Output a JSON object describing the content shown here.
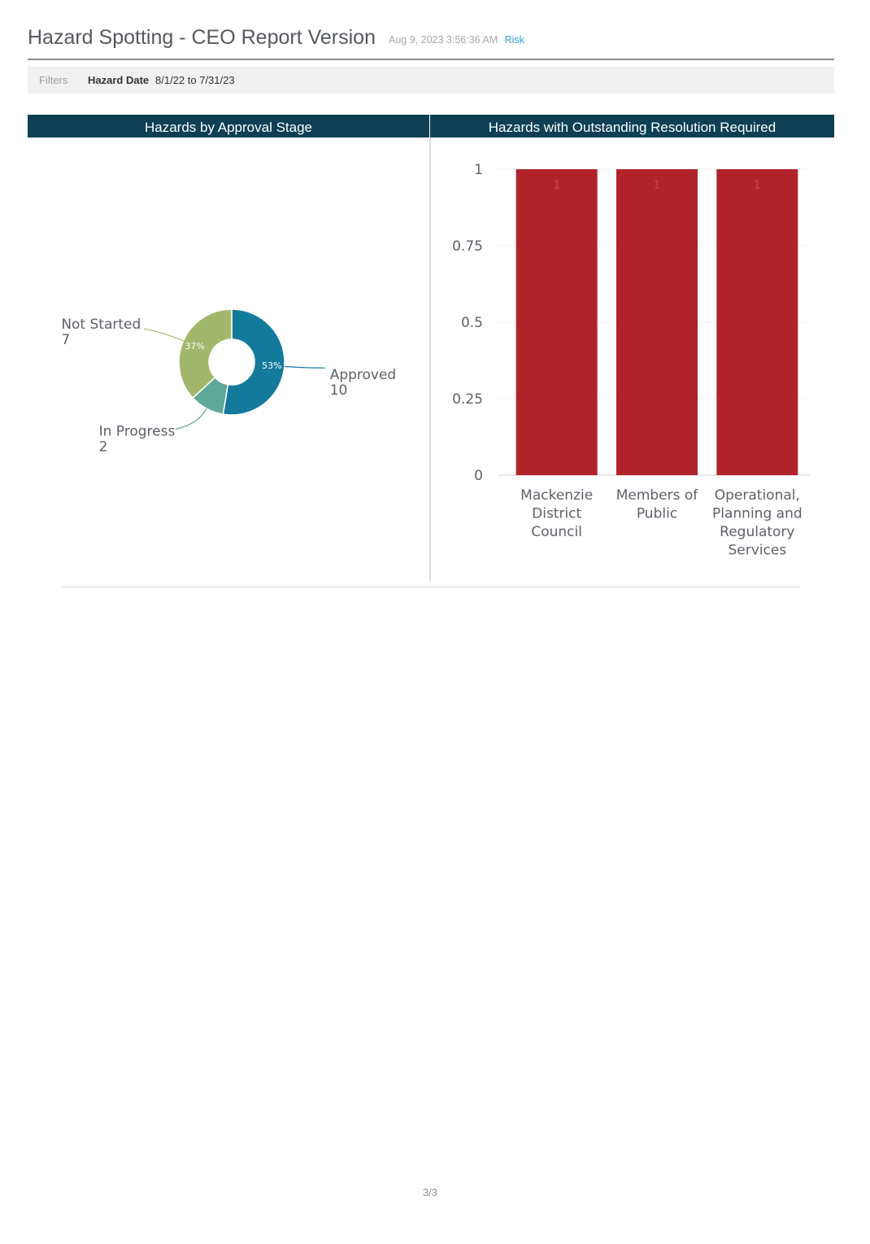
{
  "report": {
    "title": "Hazard Spotting - CEO Report Version",
    "timestamp": "Aug 9, 2023 3:56:36 AM",
    "link": "Risk"
  },
  "filters": {
    "label": "Filters",
    "name": "Hazard Date",
    "value": "8/1/22 to 7/31/23"
  },
  "panels": {
    "left_title": "Hazards by Approval Stage",
    "right_title": "Hazards with Outstanding Resolution Required"
  },
  "colors": {
    "header_bg": "#0e3f55",
    "approved": "#137a9c",
    "in_progress": "#5ea897",
    "not_started": "#a2b76b",
    "bar": "#b0232a"
  },
  "chart_data": [
    {
      "type": "pie",
      "variant": "donut",
      "title": "Hazards by Approval Stage",
      "slices": [
        {
          "label": "Approved",
          "value": 10,
          "percent_label": "53%",
          "color": "#137a9c"
        },
        {
          "label": "In Progress",
          "value": 2,
          "percent_label": "",
          "color": "#5ea897"
        },
        {
          "label": "Not Started",
          "value": 7,
          "percent_label": "37%",
          "color": "#a2b76b"
        }
      ]
    },
    {
      "type": "bar",
      "title": "Hazards with Outstanding Resolution Required",
      "categories": [
        [
          "Mackenzie",
          "District",
          "Council"
        ],
        [
          "Members of",
          "Public"
        ],
        [
          "Operational,",
          "Planning and",
          "Regulatory",
          "Services"
        ]
      ],
      "values": [
        1,
        1,
        1
      ],
      "data_labels": [
        "1",
        "1",
        "1"
      ],
      "ylim": [
        0,
        1
      ],
      "yticks": [
        "0",
        "0.25",
        "0.5",
        "0.75",
        "1"
      ],
      "grid": true,
      "color": "#b0232a"
    }
  ],
  "page": {
    "number": "3/3"
  }
}
